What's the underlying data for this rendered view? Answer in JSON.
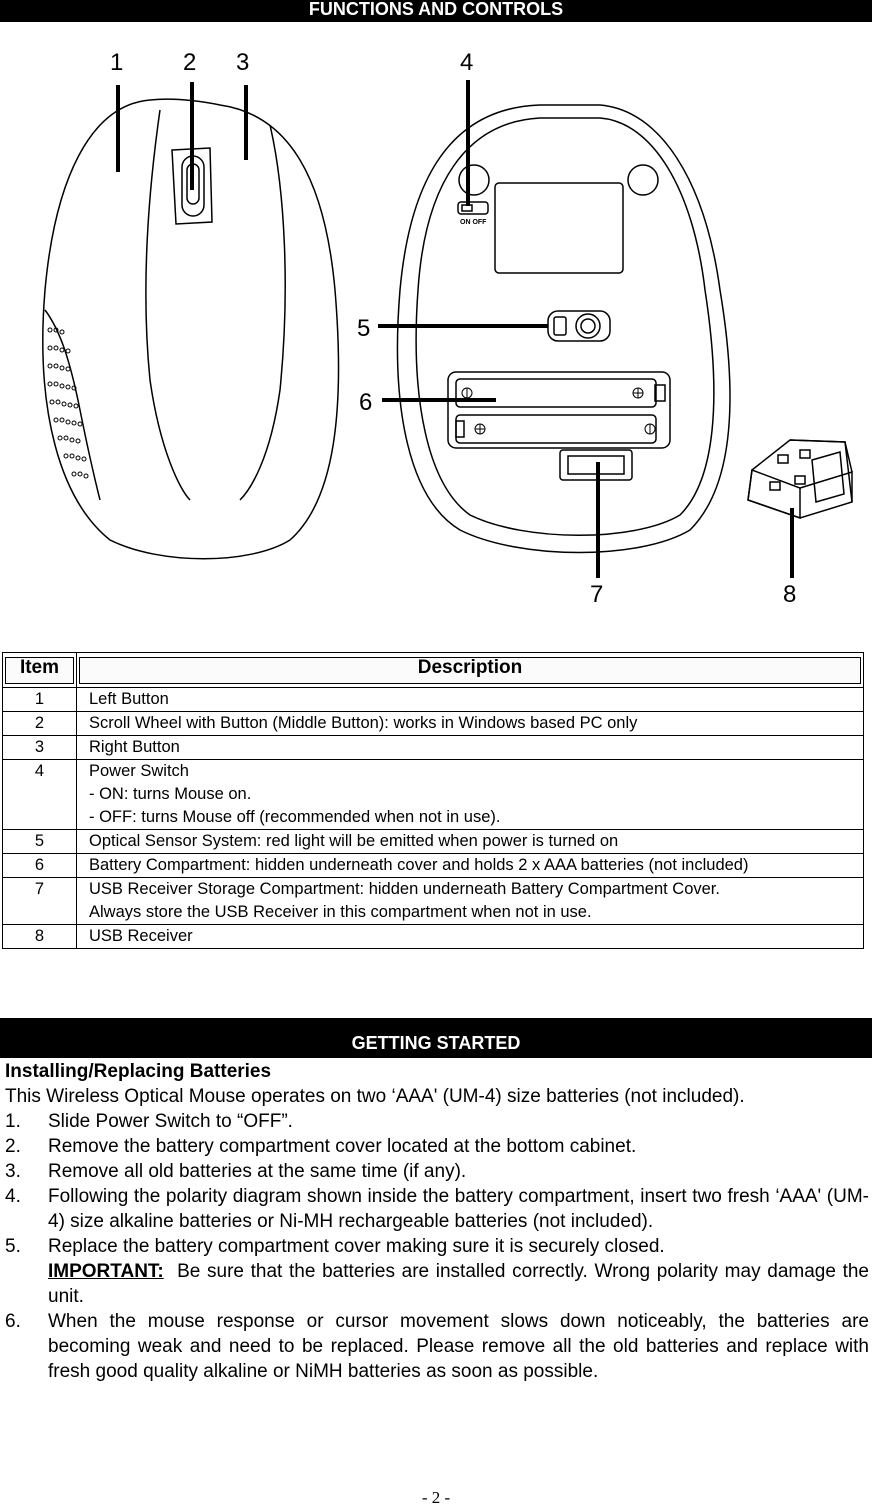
{
  "header": {
    "title": "FUNCTIONS AND CONTROLS"
  },
  "figure": {
    "callouts": [
      "1",
      "2",
      "3",
      "4",
      "5",
      "6",
      "7",
      "8"
    ],
    "switch_label": "ON OFF"
  },
  "table": {
    "headers": {
      "item": "Item",
      "description": "Description"
    },
    "rows": [
      {
        "item": "1",
        "lines": [
          "Left Button"
        ]
      },
      {
        "item": "2",
        "lines": [
          "Scroll Wheel with Button (Middle Button): works in Windows based PC only"
        ]
      },
      {
        "item": "3",
        "lines": [
          "Right Button"
        ]
      },
      {
        "item": "4",
        "lines": [
          "Power Switch",
          "-   ON: turns Mouse on.",
          "-   OFF: turns Mouse off (recommended when not in use)."
        ]
      },
      {
        "item": "5",
        "lines": [
          "Optical Sensor System: red light will be emitted when power is turned on"
        ]
      },
      {
        "item": "6",
        "lines": [
          "Battery Compartment: hidden underneath cover and holds 2 x AAA batteries (not included)"
        ]
      },
      {
        "item": "7",
        "lines": [
          "USB Receiver Storage Compartment: hidden underneath Battery Compartment Cover.",
          "Always store the USB Receiver in this compartment when not in use."
        ]
      },
      {
        "item": "8",
        "lines": [
          "USB Receiver"
        ]
      }
    ]
  },
  "getting_started": {
    "title": "GETTING STARTED",
    "subheading": "Installing/Replacing Batteries",
    "intro": "This Wireless Optical Mouse operates on two ‘AAA' (UM-4) size batteries (not included).",
    "steps": [
      {
        "n": "1.",
        "text": "Slide Power Switch to “OFF”."
      },
      {
        "n": "2.",
        "text": "Remove the battery compartment cover located at the bottom cabinet."
      },
      {
        "n": "3.",
        "text": "Remove all old batteries at the same time (if any)."
      },
      {
        "n": "4.",
        "text": "Following the polarity diagram shown inside the battery compartment, insert two fresh ‘AAA' (UM-4) size alkaline batteries or Ni-MH rechargeable batteries (not included)."
      },
      {
        "n": "5.",
        "text": "Replace the battery compartment cover making sure it is securely closed."
      },
      {
        "n": "6.",
        "text": "When the mouse response or cursor movement slows down noticeably, the batteries are becoming weak and need to be replaced.  Please remove all the old batteries and replace with fresh good quality alkaline or NiMH batteries as soon as possible."
      }
    ],
    "important_label": "IMPORTANT:",
    "important_text": "Be sure that the batteries are installed correctly.  Wrong polarity may damage the unit."
  },
  "footer": {
    "page_number": "- 2 -"
  }
}
